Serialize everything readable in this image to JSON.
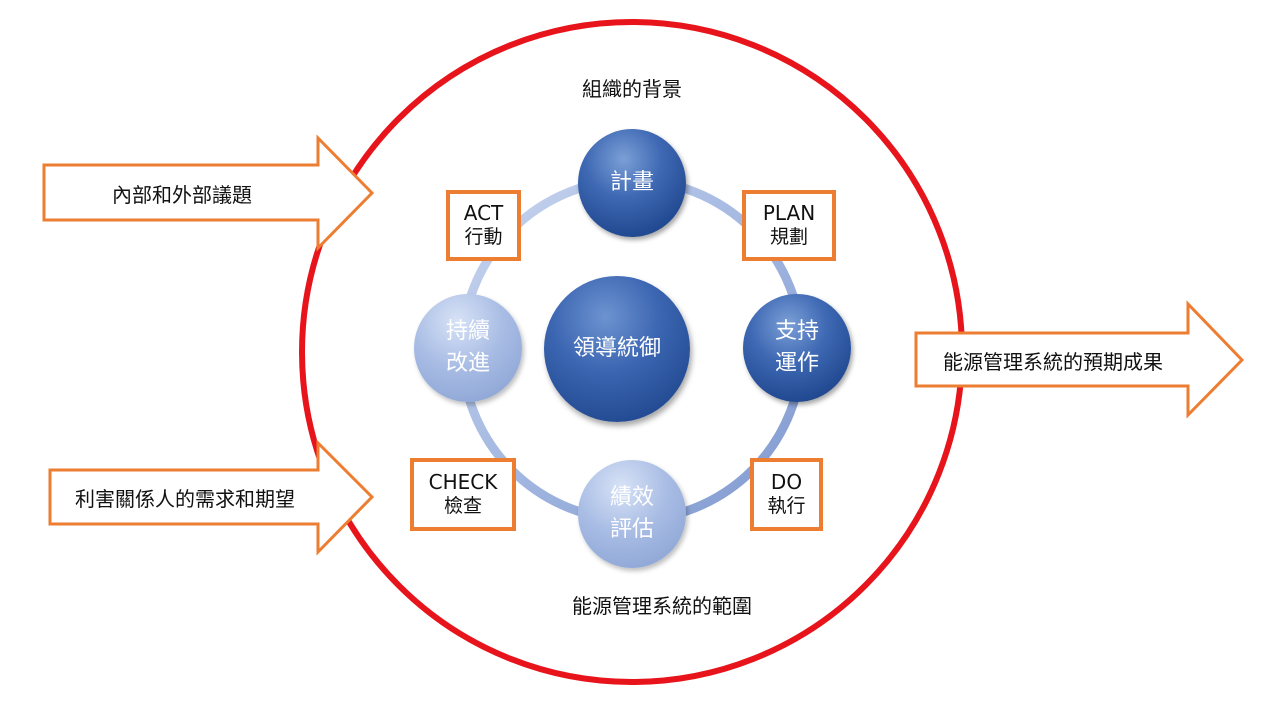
{
  "inputs": {
    "issues_label": "內部和外部議題",
    "stakeholders_label": "利害關係人的需求和期望"
  },
  "output": {
    "label": "能源管理系統的預期成果"
  },
  "context": {
    "top_label": "組織的背景",
    "bottom_label": "能源管理系統的範圍"
  },
  "center": {
    "label": "領導統御"
  },
  "cycle": {
    "plan_node": {
      "line1": "計畫"
    },
    "support_node": {
      "line1": "支持",
      "line2": "運作"
    },
    "evaluation_node": {
      "line1": "績效",
      "line2": "評估"
    },
    "improvement_node": {
      "line1": "持續",
      "line2": "改進"
    }
  },
  "pdca": {
    "plan": {
      "code": "PLAN",
      "label": "規劃"
    },
    "do": {
      "code": "DO",
      "label": "執行"
    },
    "check": {
      "code": "CHECK",
      "label": "檢查"
    },
    "act": {
      "code": "ACT",
      "label": "行動"
    }
  },
  "colors": {
    "boundary": "#e8141b",
    "arrow_outline": "#ed7d31",
    "ring": "#a4b7e0",
    "node_dark": "#2f5aa5",
    "node_light": "#a8bce4"
  }
}
